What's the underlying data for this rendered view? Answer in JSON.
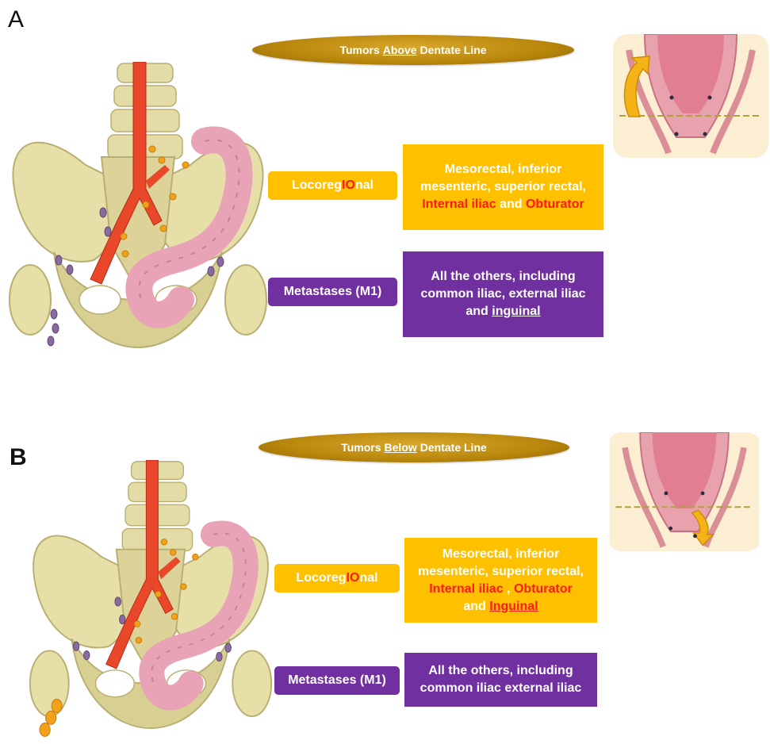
{
  "panels": {
    "a": {
      "letter": "A",
      "title": {
        "pre": "Tumors",
        "underlined": "Above",
        "post": "Dentate Line"
      },
      "locoregional": {
        "label": {
          "pre": "Locoreg",
          "highlight": "IO",
          "post": "nal"
        },
        "text": {
          "line1": "Mesorectal, inferior",
          "line2": "mesenteric, superior rectal,",
          "red1": "Internal iliac",
          "and": "and",
          "red2": "Obturator"
        }
      },
      "metastases": {
        "label": "Metastases (M1)",
        "text": {
          "line1": "All the others, including",
          "line2": "common iliac, external iliac",
          "and": "and",
          "underlined": "inguinal"
        }
      }
    },
    "b": {
      "letter": "B",
      "title": {
        "pre": "Tumors",
        "underlined": "Below",
        "post": "Dentate Line"
      },
      "locoregional": {
        "label": {
          "pre": "Locoreg",
          "highlight": "IO",
          "post": "nal"
        },
        "text": {
          "line1": "Mesorectal, inferior",
          "line2": "mesenteric, superior rectal,",
          "red1": "Internal iliac",
          "comma": ",",
          "red2": "Obturator",
          "and": "and",
          "red3": "Inguinal"
        }
      },
      "metastases": {
        "label": "Metastases (M1)",
        "text": {
          "line1": "All the others, including",
          "line2": "common iliac external iliac"
        }
      }
    }
  },
  "colors": {
    "title_pill": "#b8860b",
    "locoregional": "#ffc000",
    "metastases": "#7030a0",
    "emphasis_red": "#ff1a1a",
    "bone": "#e6dfa8",
    "artery": "#e8472a",
    "colon": "#e9a3b6",
    "node_orange": "#f2a21a",
    "node_purple": "#8a6aa0"
  }
}
